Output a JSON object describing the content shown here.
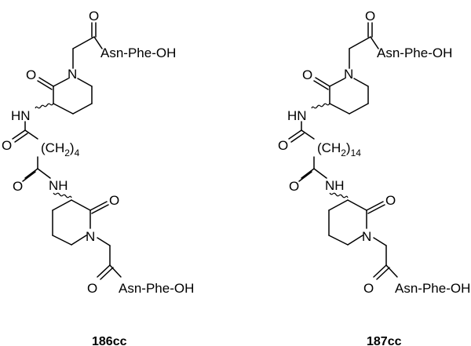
{
  "compounds": [
    {
      "label": "186cc",
      "top_carbonyl_o": "O",
      "top_peptide": "Asn-Phe-OH",
      "ring_top_o": "O",
      "ring_top_n": "N",
      "amide_top_nh": "HN",
      "linker_o_top": "O",
      "linker_ch2": "(CH",
      "linker_sub2": "2",
      "linker_close": ")",
      "linker_count": "4",
      "linker_o_bottom": "O",
      "amide_bottom_nh": "NH",
      "ring_bottom_o": "O",
      "ring_bottom_n": "N",
      "bottom_carbonyl_o": "O",
      "bottom_peptide": "Asn-Phe-OH"
    },
    {
      "label": "187cc",
      "top_carbonyl_o": "O",
      "top_peptide": "Asn-Phe-OH",
      "ring_top_o": "O",
      "ring_top_n": "N",
      "amide_top_nh": "HN",
      "linker_o_top": "O",
      "linker_ch2": "(CH",
      "linker_sub2": "2",
      "linker_close": ")",
      "linker_count": "14",
      "linker_o_bottom": "O",
      "amide_bottom_nh": "NH",
      "ring_bottom_o": "O",
      "ring_bottom_n": "N",
      "bottom_carbonyl_o": "O",
      "bottom_peptide": "Asn-Phe-OH"
    }
  ]
}
